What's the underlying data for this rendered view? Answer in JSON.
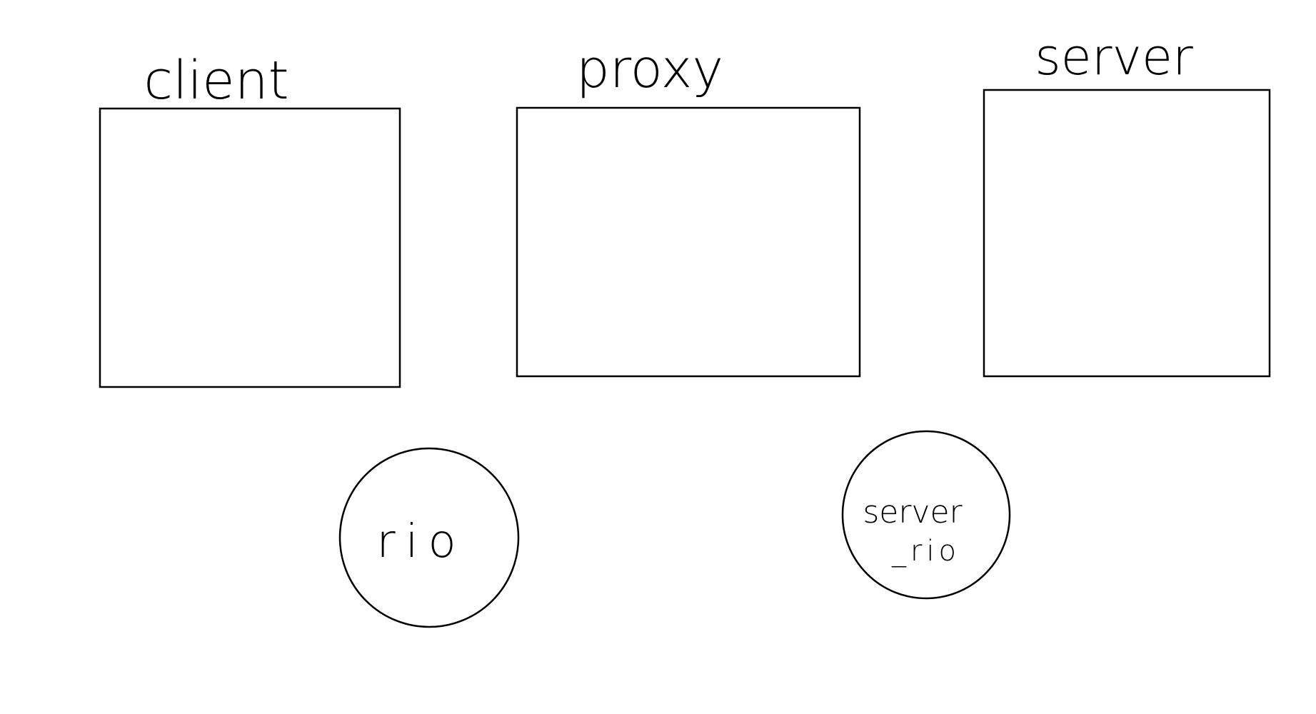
{
  "diagram": {
    "nodes": [
      {
        "id": "client",
        "shape": "rectangle",
        "label": "client"
      },
      {
        "id": "proxy",
        "shape": "rectangle",
        "label": "proxy"
      },
      {
        "id": "server",
        "shape": "rectangle",
        "label": "server"
      },
      {
        "id": "rio",
        "shape": "circle",
        "label": "rio"
      },
      {
        "id": "server_rio",
        "shape": "circle",
        "label_line1": "server",
        "label_line2": "_rio"
      }
    ],
    "colors": {
      "stroke": "#000000",
      "background": "#ffffff",
      "text": "#000000"
    }
  }
}
